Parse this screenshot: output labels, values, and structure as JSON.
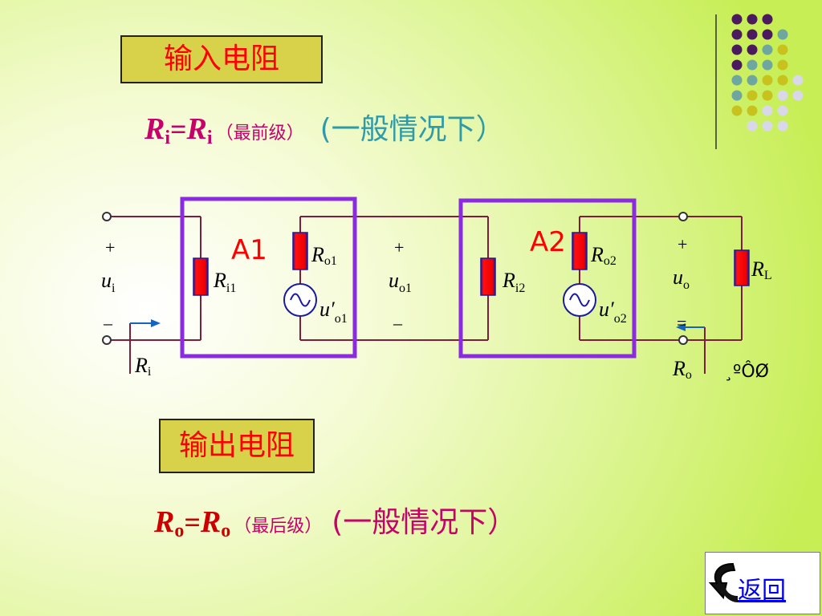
{
  "input_section": {
    "title": "输入电阻",
    "formula_lhs": "R",
    "formula_lhs_sub": "i",
    "formula_eq": "=",
    "formula_rhs": "R",
    "formula_rhs_sub": "i",
    "formula_note": "（最前级）",
    "condition": "(一般情况下）"
  },
  "output_section": {
    "title": "输出电阻",
    "formula_lhs": "R",
    "formula_lhs_sub": "o",
    "formula_eq": "=",
    "formula_rhs": "R",
    "formula_rhs_sub": "o",
    "formula_note": "（最后级）",
    "condition": "(一般情况下）"
  },
  "circuit": {
    "stage1_label": "A1",
    "stage2_label": "A2",
    "plus": "+",
    "minus": "–",
    "minus_out": "=",
    "ui_main": "u",
    "ui_sub": "i",
    "uo1_main": "u",
    "uo1_sub": "o1",
    "uo_main": "u",
    "uo_sub": "o",
    "Ri_main": "R",
    "Ri_sub": "i",
    "Ri1_main": "R",
    "Ri1_sub": "i1",
    "Ro1_main": "R",
    "Ro1_sub": "o1",
    "u_o1p_main": "u′",
    "u_o1p_sub": "o1",
    "Ri2_main": "R",
    "Ri2_sub": "i2",
    "Ro2_main": "R",
    "Ro2_sub": "o2",
    "u_o2p_main": "u′",
    "u_o2p_sub": "o2",
    "RL_main": "R",
    "RL_sub": "L",
    "Ro_main": "R",
    "Ro_sub": "o",
    "garbled_text": "¸ºÔØ"
  },
  "back_button": {
    "label": "返回"
  },
  "colors": {
    "wire": "#7d1e3c",
    "stage_box": "#8a2be2",
    "resistor": "#ee0000",
    "resistor_edge": "#1a1aa0",
    "title_bg": "#d7d24a",
    "title_text": "#ff0000",
    "formula_text": "#c8006a",
    "condition_text": "#2f9aa8",
    "dot_purple": "#4b1a5e",
    "dot_teal": "#6fa7a0",
    "dot_yellow": "#c8c21e",
    "dot_light": "#d8d8e8"
  }
}
